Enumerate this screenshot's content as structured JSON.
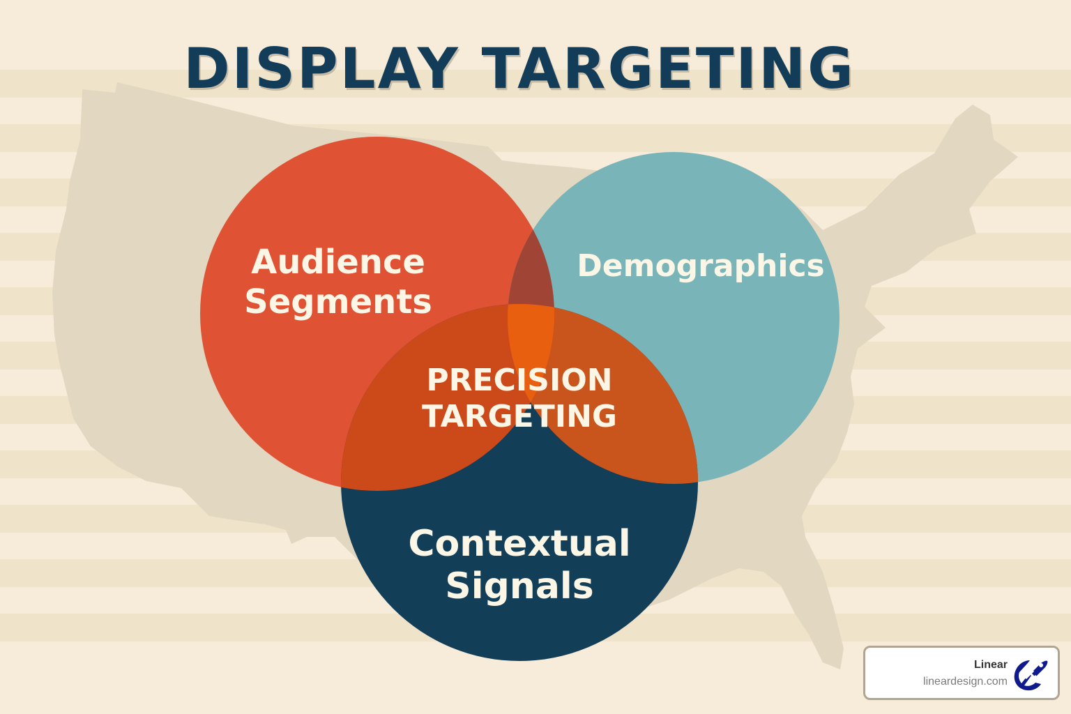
{
  "title": "DISPLAY TARGETING",
  "diagram": {
    "type": "venn",
    "sets": [
      {
        "id": "audience",
        "label_line1": "Audience",
        "label_line2": "Segments",
        "color": "#e05234"
      },
      {
        "id": "demographics",
        "label": "Demographics",
        "color": "#79b4b8"
      },
      {
        "id": "contextual",
        "label_line1": "Contextual",
        "label_line2": "Signals",
        "color": "#123e58"
      }
    ],
    "intersection": {
      "label_line1": "PRECISION",
      "label_line2": "TARGETING",
      "color": "#e8600f"
    },
    "overlap_colors": {
      "audience_demographics": "#a04535",
      "audience_contextual": "#cc4a1a",
      "demographics_contextual": "#c9551d"
    }
  },
  "background": {
    "base": "#f6ecd9",
    "stripe": "#efe3ca",
    "map_silhouette": "#e2d7c0",
    "map_subject": "United States map"
  },
  "badge": {
    "name": "Linear",
    "url": "lineardesign.com",
    "logo_icon": "rocket-logo",
    "logo_color": "#0f1a8c"
  }
}
